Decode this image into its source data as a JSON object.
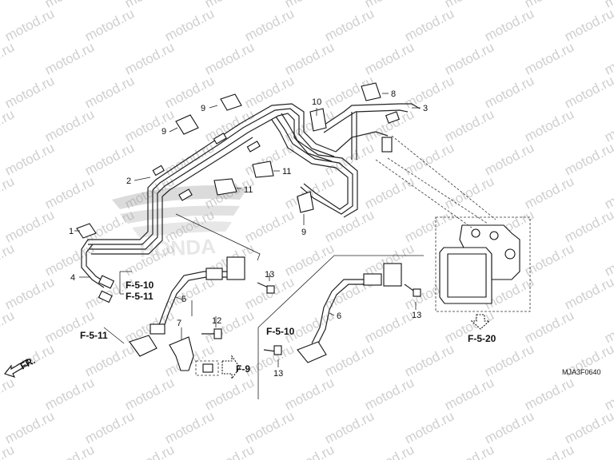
{
  "watermark": "motod.ru",
  "drawing_code": "MJA3F0640",
  "direction_label": "FR.",
  "callouts": [
    "1",
    "2",
    "3",
    "4",
    "5",
    "6",
    "7",
    "8",
    "9",
    "9",
    "9",
    "9",
    "10",
    "11",
    "11",
    "12",
    "13",
    "13",
    "13"
  ],
  "references": {
    "f510_a": "F-5-10",
    "f511_a": "F-5-11",
    "f511_b": "F-5-11",
    "f510_b": "F-5-10",
    "f9": "F-9",
    "f520": "F-5-20"
  }
}
